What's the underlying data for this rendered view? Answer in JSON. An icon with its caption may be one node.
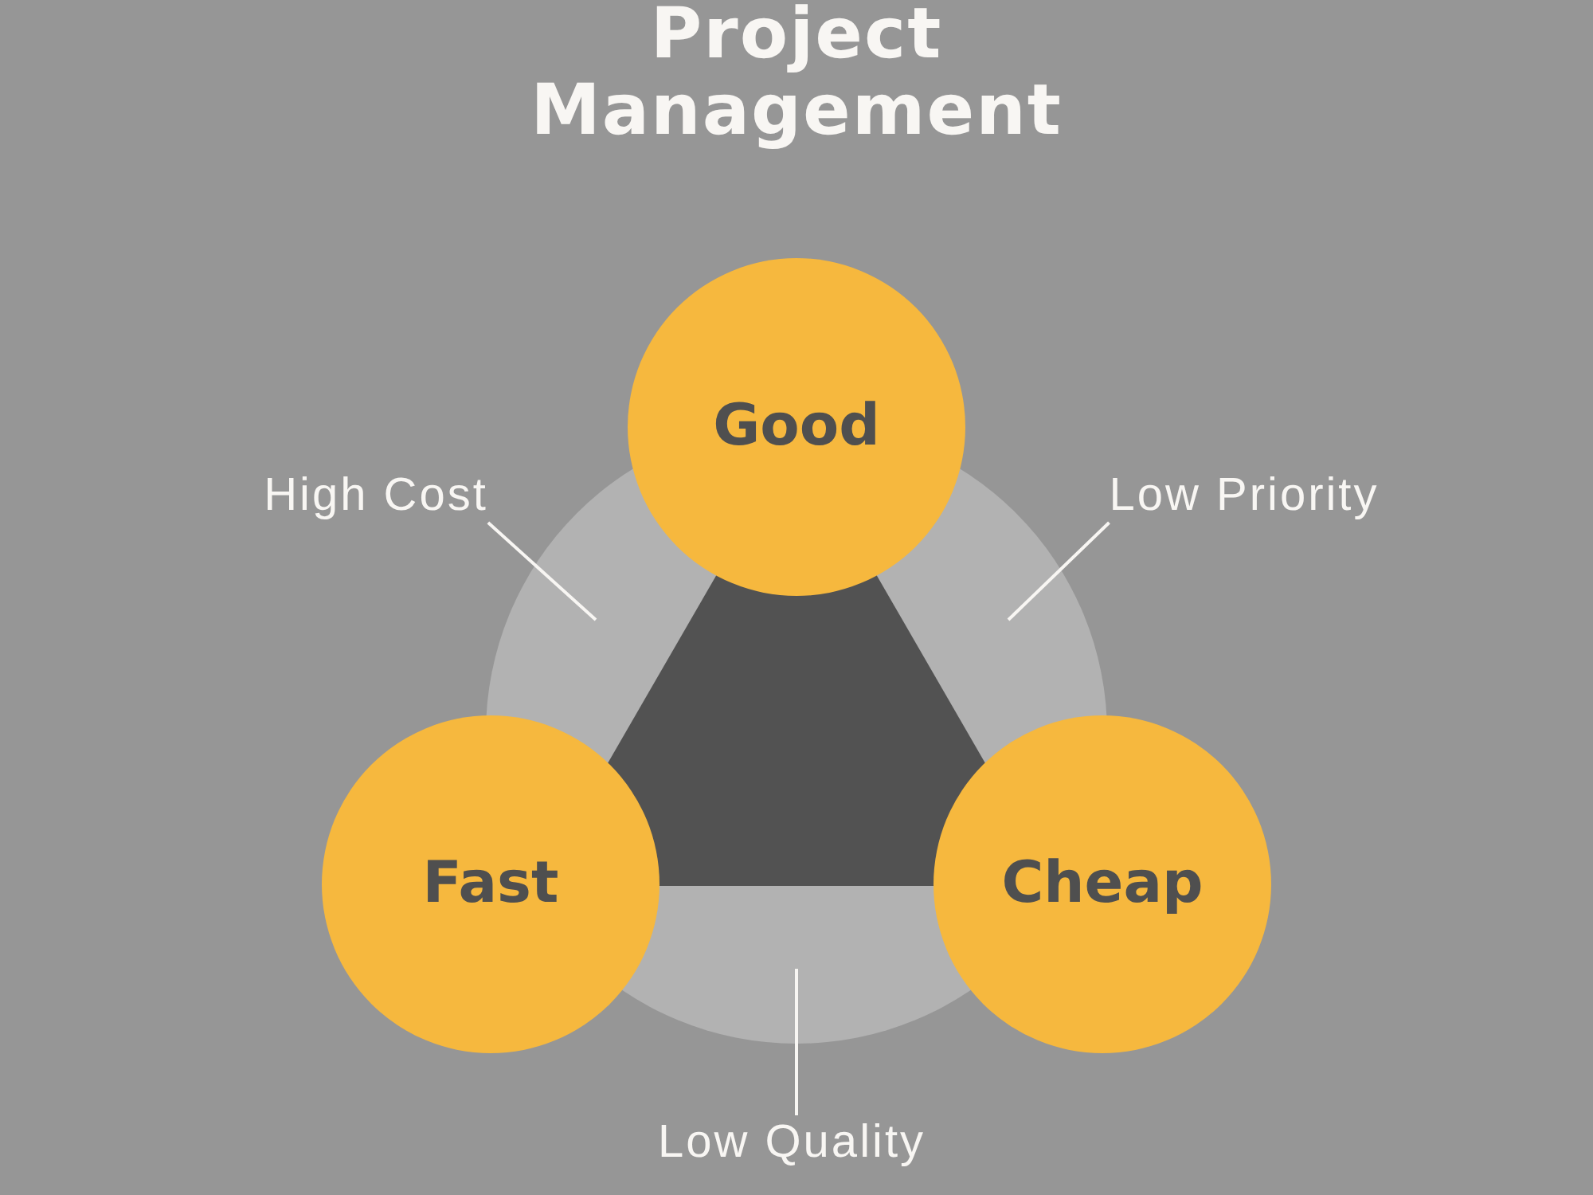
{
  "diagram": {
    "title": "Project Management",
    "nodes": [
      {
        "text": [
          "Good"
        ]
      },
      {
        "text": [
          "High Cost"
        ]
      },
      {
        "text": [
          "Low Priority"
        ]
      },
      {
        "text": [
          "Fast"
        ]
      },
      {
        "text": [
          "Cheap"
        ]
      },
      {
        "text": [
          "Low Quality"
        ]
      }
    ],
    "edges": [
      {
        "from": 1,
        "to": null,
        "arrow": "none"
      },
      {
        "from": 2,
        "to": null,
        "arrow": "none"
      },
      {
        "from": 5,
        "to": null,
        "arrow": "none"
      }
    ]
  }
}
